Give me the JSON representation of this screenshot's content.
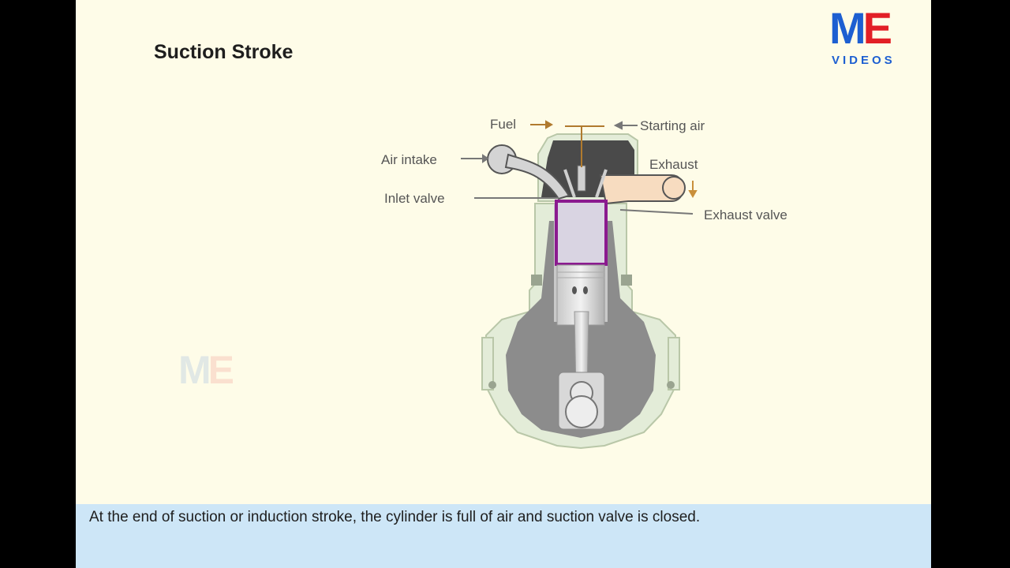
{
  "slide": {
    "title": "Suction Stroke",
    "caption": "At the end of suction or induction stroke, the cylinder is full of air and suction valve is closed."
  },
  "logo": {
    "letters_m": "M",
    "letters_e": "E",
    "sub": "VIDEOS",
    "colors": {
      "blue": "#1d5fd1",
      "red": "#e21f26"
    }
  },
  "watermark": {
    "letters_m": "M",
    "letters_e": "E"
  },
  "diagram": {
    "labels": {
      "fuel": "Fuel",
      "starting_air": "Starting air",
      "air_intake": "Air intake",
      "exhaust": "Exhaust",
      "inlet_valve": "Inlet valve",
      "exhaust_valve": "Exhaust valve"
    },
    "highlight_color": "#8b1a8f"
  }
}
